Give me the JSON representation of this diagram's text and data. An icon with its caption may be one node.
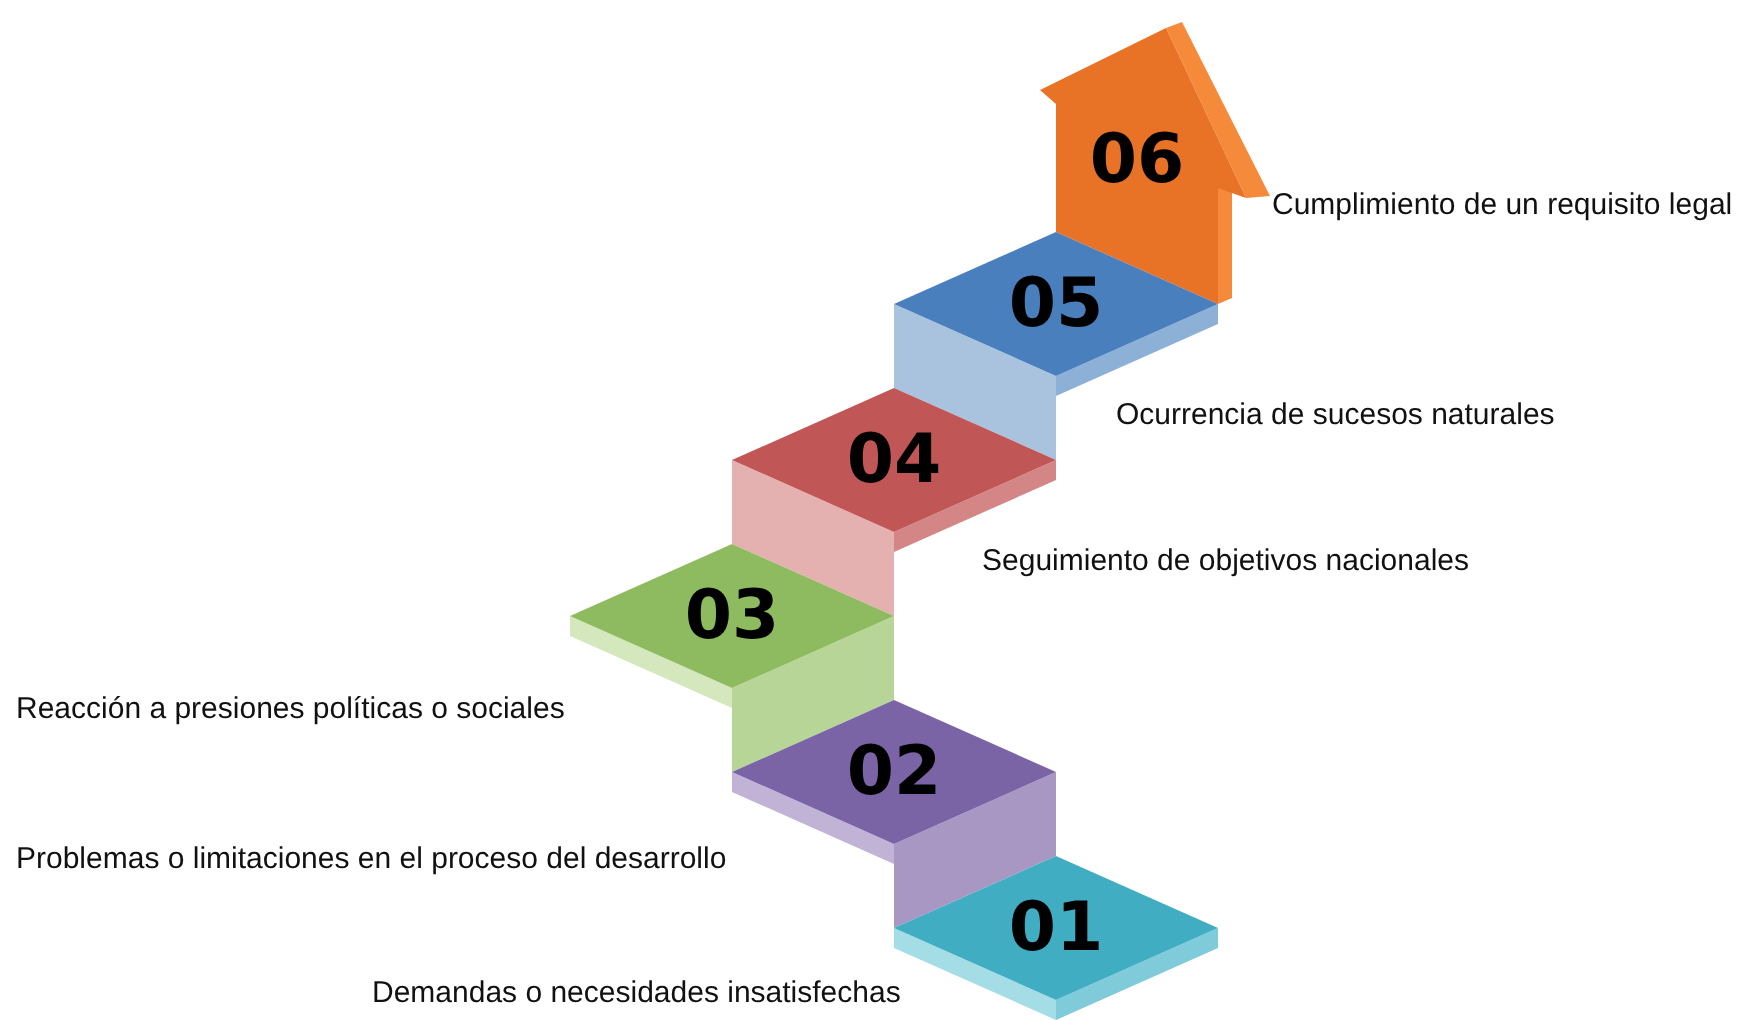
{
  "diagram": {
    "nodes": [
      {
        "text": [
          "01"
        ],
        "beside": [
          "Demandas o necesidades insatisfechas"
        ]
      },
      {
        "text": [
          "02"
        ],
        "beside": [
          "Problemas o limitaciones en el proceso del desarrollo"
        ]
      },
      {
        "text": [
          "03"
        ],
        "beside": [
          "Reacción a presiones políticas o sociales"
        ]
      },
      {
        "text": [
          "04"
        ],
        "beside": [
          "Seguimiento de objetivos nacionales"
        ]
      },
      {
        "text": [
          "05"
        ],
        "beside": [
          "Ocurrencia de sucesos naturales"
        ]
      },
      {
        "text": [
          "06"
        ],
        "beside": [
          "Cumplimiento de un requisito legal"
        ]
      }
    ]
  }
}
